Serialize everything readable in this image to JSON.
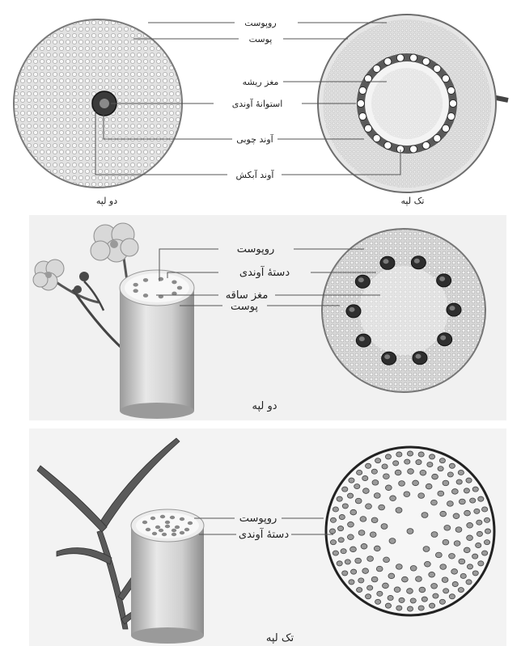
{
  "panel_root": {
    "labels": [
      "روپوست",
      "پوست",
      "مغز ریشه",
      "استوانهٔ آوندی",
      "آوند چوبی",
      "آوند آبکش"
    ],
    "left_caption": "دو لپه",
    "right_caption": "تک لپه"
  },
  "panel_dicot_stem": {
    "labels": [
      "روپوست",
      "دستهٔ آوندی",
      "مغز ساقه",
      "پوست"
    ],
    "caption": "دو لپه"
  },
  "panel_monocot_stem": {
    "labels": [
      "روپوست",
      "دستهٔ آوندی"
    ],
    "caption": "تک لپه"
  }
}
